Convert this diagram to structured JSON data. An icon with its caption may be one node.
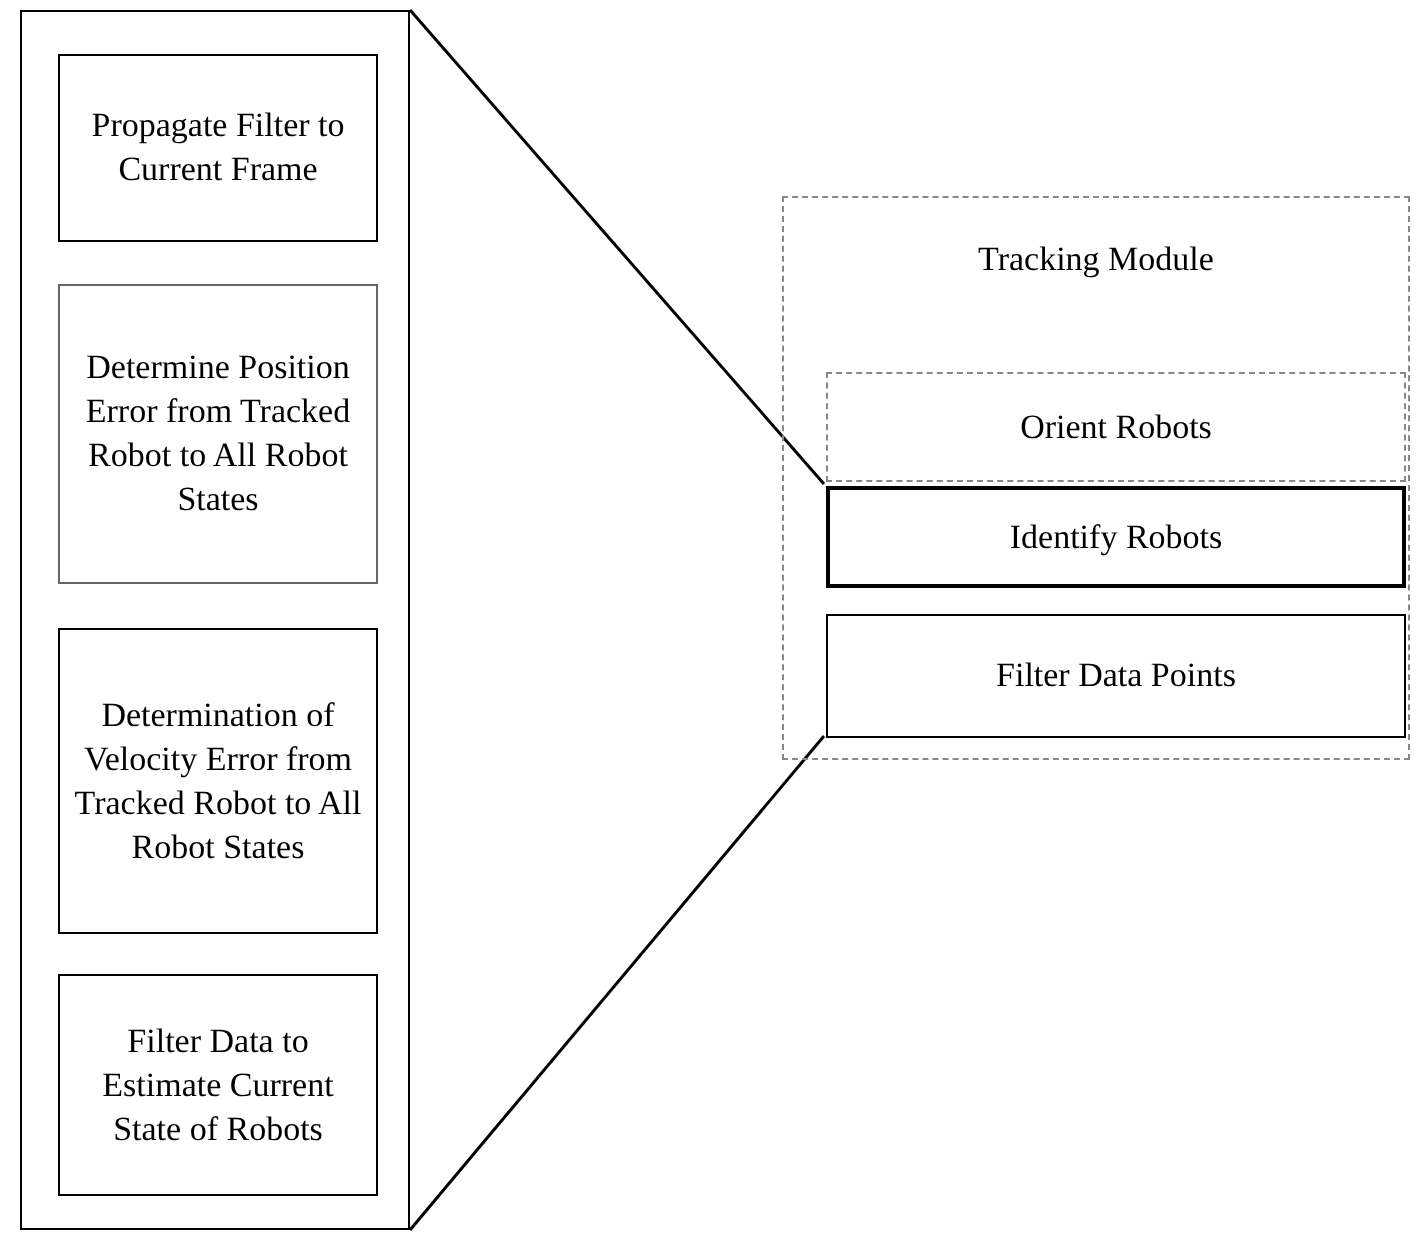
{
  "diagram": {
    "nodes": [
      {
        "text": [],
        "shape": "box"
      },
      {
        "text": [
          "Propagate Filter to Current Frame"
        ],
        "in": 0
      },
      {
        "text": [
          "Determine Position Error from Tracked Robot to All Robot States"
        ],
        "in": 0
      },
      {
        "text": [
          "Determination of Velocity Error from Tracked Robot to All Robot States"
        ],
        "in": 0
      },
      {
        "text": [
          "Filter Data to Estimate Current State of Robots"
        ],
        "in": 0
      },
      {
        "text": [
          "Tracking Module"
        ]
      },
      {
        "text": [
          "Orient Robots"
        ],
        "in": 5
      },
      {
        "text": [
          "Identify Robots"
        ],
        "in": 5
      },
      {
        "text": [
          "Filter Data Points"
        ],
        "in": 5
      }
    ],
    "edges": [
      {
        "from": 0,
        "to": 7,
        "arrow": "none"
      },
      {
        "from": 0,
        "to": 8,
        "arrow": "none"
      }
    ]
  }
}
